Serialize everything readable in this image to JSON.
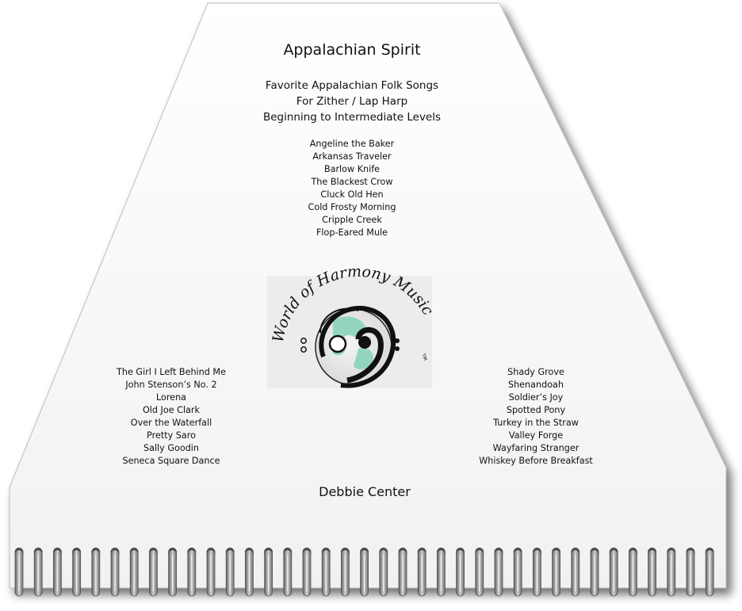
{
  "title": "Appalachian Spirit",
  "subtitle": [
    "Favorite Appalachian Folk Songs",
    "For Zither / Lap Harp",
    "Beginning to Intermediate Levels"
  ],
  "songs_center": [
    "Angeline the Baker",
    "Arkansas Traveler",
    "Barlow Knife",
    "The Blackest Crow",
    "Cluck Old Hen",
    "Cold Frosty Morning",
    "Cripple Creek",
    "Flop-Eared Mule"
  ],
  "songs_left": [
    "The Girl I Left Behind Me",
    "John Stenson’s No. 2",
    "Lorena",
    "Old Joe Clark",
    "Over the Waterfall",
    "Pretty Saro",
    "Sally Goodin",
    "Seneca Square Dance"
  ],
  "songs_right": [
    "Shady Grove",
    "Shenandoah",
    "Soldier’s Joy",
    "Spotted Pony",
    "Turkey in the Straw",
    "Valley Forge",
    "Wayfaring Stranger",
    "Whiskey Before Breakfast"
  ],
  "logo": {
    "text": "World of Harmony Music",
    "tm": "TM",
    "icon": "bass-clef-globe-icon"
  },
  "author": "Debbie Center",
  "colors": {
    "paper": "#ffffff",
    "logo_bg": "#ececec",
    "globe_green": "#7ecfb4",
    "ring_metal": "#8c8c8c"
  }
}
